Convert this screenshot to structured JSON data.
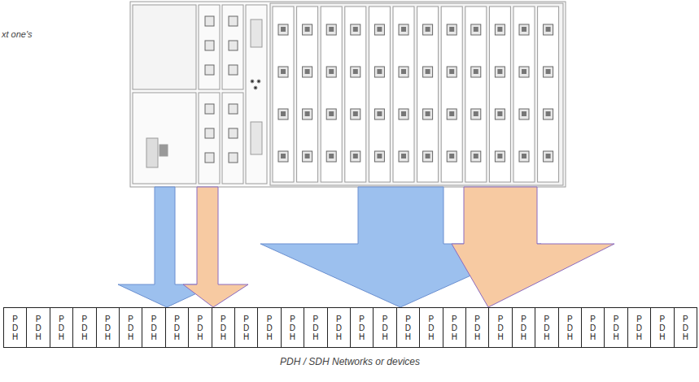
{
  "diagram": {
    "caption": "PDH / SDH Networks or devices",
    "nodes": [
      {
        "text": [
          "P D H"
        ]
      },
      {
        "text": [
          "P D H"
        ]
      },
      {
        "text": [
          "P D H"
        ]
      },
      {
        "text": [
          "P D H"
        ]
      },
      {
        "text": [
          "P D H"
        ]
      },
      {
        "text": [
          "P D H"
        ]
      },
      {
        "text": [
          "P D H"
        ]
      },
      {
        "text": [
          "P D H"
        ]
      },
      {
        "text": [
          "P D H"
        ]
      },
      {
        "text": [
          "P D H"
        ]
      },
      {
        "text": [
          "P D H"
        ]
      },
      {
        "text": [
          "P D H"
        ]
      },
      {
        "text": [
          "P D H"
        ]
      },
      {
        "text": [
          "P D H"
        ]
      },
      {
        "text": [
          "P D H"
        ]
      },
      {
        "text": [
          "P D H"
        ]
      },
      {
        "text": [
          "P D H"
        ]
      },
      {
        "text": [
          "P D H"
        ]
      },
      {
        "text": [
          "P D H"
        ]
      },
      {
        "text": [
          "P D H"
        ]
      },
      {
        "text": [
          "P D H"
        ]
      },
      {
        "text": [
          "P D H"
        ]
      },
      {
        "text": [
          "P D H"
        ]
      },
      {
        "text": [
          "P D H"
        ]
      },
      {
        "text": [
          "P D H"
        ]
      },
      {
        "text": [
          "P D H"
        ]
      },
      {
        "text": [
          "P D H"
        ]
      },
      {
        "text": [
          "P D H"
        ]
      },
      {
        "text": [
          "P D H"
        ]
      },
      {
        "text": [
          "P D H"
        ]
      }
    ],
    "labels": [
      "xt one's"
    ]
  }
}
